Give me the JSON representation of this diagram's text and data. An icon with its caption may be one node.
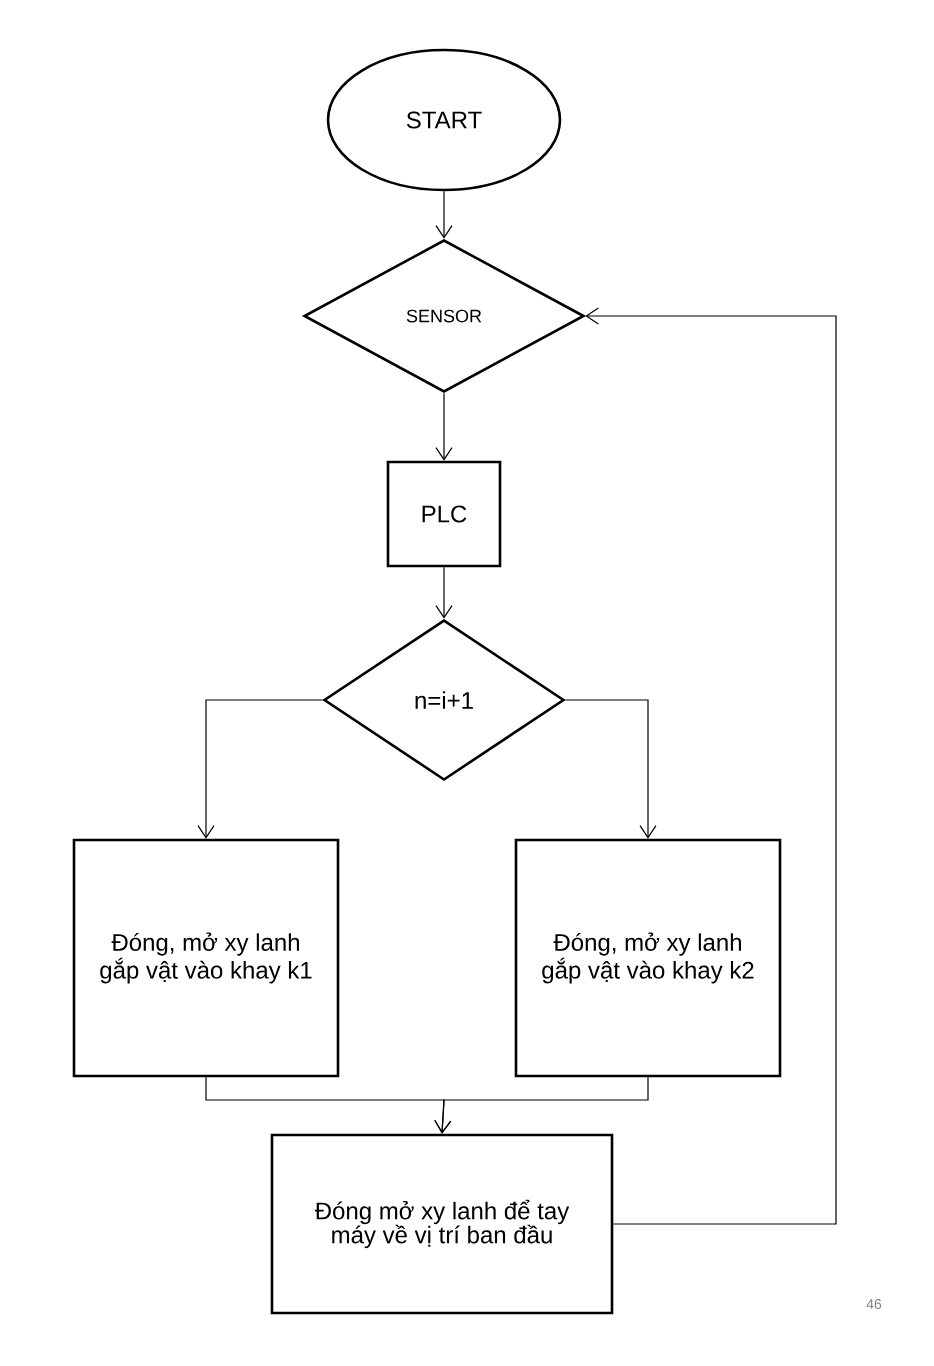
{
  "diagram": {
    "nodes": [
      {
        "text": [
          "START"
        ]
      },
      {
        "text": [
          "SENSOR"
        ]
      },
      {
        "text": [
          "PLC"
        ]
      },
      {
        "text": [
          "n=i+1"
        ]
      },
      {
        "text": [
          "Đóng, mở xy lanh gắp vật vào khay k1"
        ]
      },
      {
        "text": [
          "Đóng, mở xy lanh gắp vật vào khay k2"
        ]
      },
      {
        "text": [
          "Đóng mở xy lanh để tay máy về vị trí ban đầu"
        ]
      }
    ],
    "edges": [
      {
        "from": 0,
        "to": 1,
        "arrow": "to"
      },
      {
        "from": 1,
        "to": 2,
        "arrow": "to"
      },
      {
        "from": 2,
        "to": 3,
        "arrow": "to"
      },
      {
        "from": 3,
        "to": 4,
        "arrow": "to"
      },
      {
        "from": 3,
        "to": 5,
        "arrow": "to"
      },
      {
        "from": 4,
        "to": 6,
        "arrow": "to"
      },
      {
        "from": 5,
        "to": 6,
        "arrow": "to"
      },
      {
        "from": 6,
        "to": 1,
        "arrow": "to"
      }
    ],
    "labels": [
      "46"
    ]
  }
}
